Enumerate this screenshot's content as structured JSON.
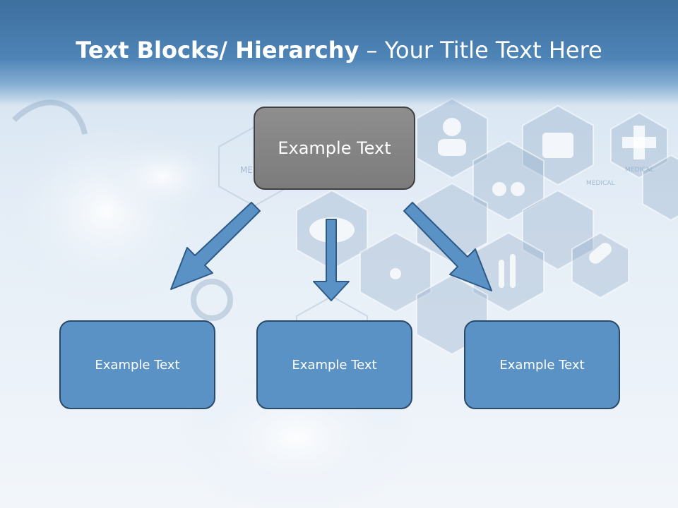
{
  "slide": {
    "title_bold": "Text Blocks/ Hierarchy",
    "title_rest": " – Your Title Text Here"
  },
  "hierarchy": {
    "root": "Example Text",
    "children": [
      "Example Text",
      "Example Text",
      "Example Text"
    ]
  },
  "background": {
    "labels": [
      "MEDICAL",
      "MEDICAL",
      "MEDIC"
    ]
  },
  "colors": {
    "header": "#4e84b6",
    "root_fill": "#858585",
    "child_fill": "#5a92c6",
    "arrow_fill": "#5a92c6"
  }
}
